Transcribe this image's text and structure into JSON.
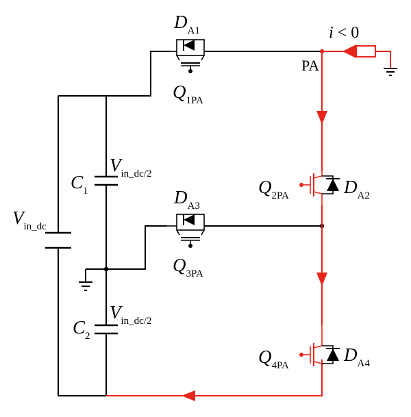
{
  "colors": {
    "wire": "#000000",
    "current": "#e8251c",
    "background": "#ffffff"
  },
  "labels": {
    "current_i": "i",
    "current_op": "< 0",
    "node_pa": "PA",
    "v_in_dc": {
      "main": "V",
      "sub": "in_dc"
    },
    "v_half_top": {
      "main": "V",
      "sub": "in_dc/2"
    },
    "v_half_bottom": {
      "main": "V",
      "sub": "in_dc/2"
    },
    "c1": {
      "main": "C",
      "sub": "1"
    },
    "c2": {
      "main": "C",
      "sub": "2"
    },
    "q1": {
      "main": "Q",
      "sub": "1PA"
    },
    "q2": {
      "main": "Q",
      "sub": "2PA"
    },
    "q3": {
      "main": "Q",
      "sub": "3PA"
    },
    "q4": {
      "main": "Q",
      "sub": "4PA"
    },
    "da1": {
      "main": "D",
      "sub": "A1"
    },
    "da2": {
      "main": "D",
      "sub": "A2"
    },
    "da3": {
      "main": "D",
      "sub": "A3"
    },
    "da4": {
      "main": "D",
      "sub": "A4"
    }
  }
}
